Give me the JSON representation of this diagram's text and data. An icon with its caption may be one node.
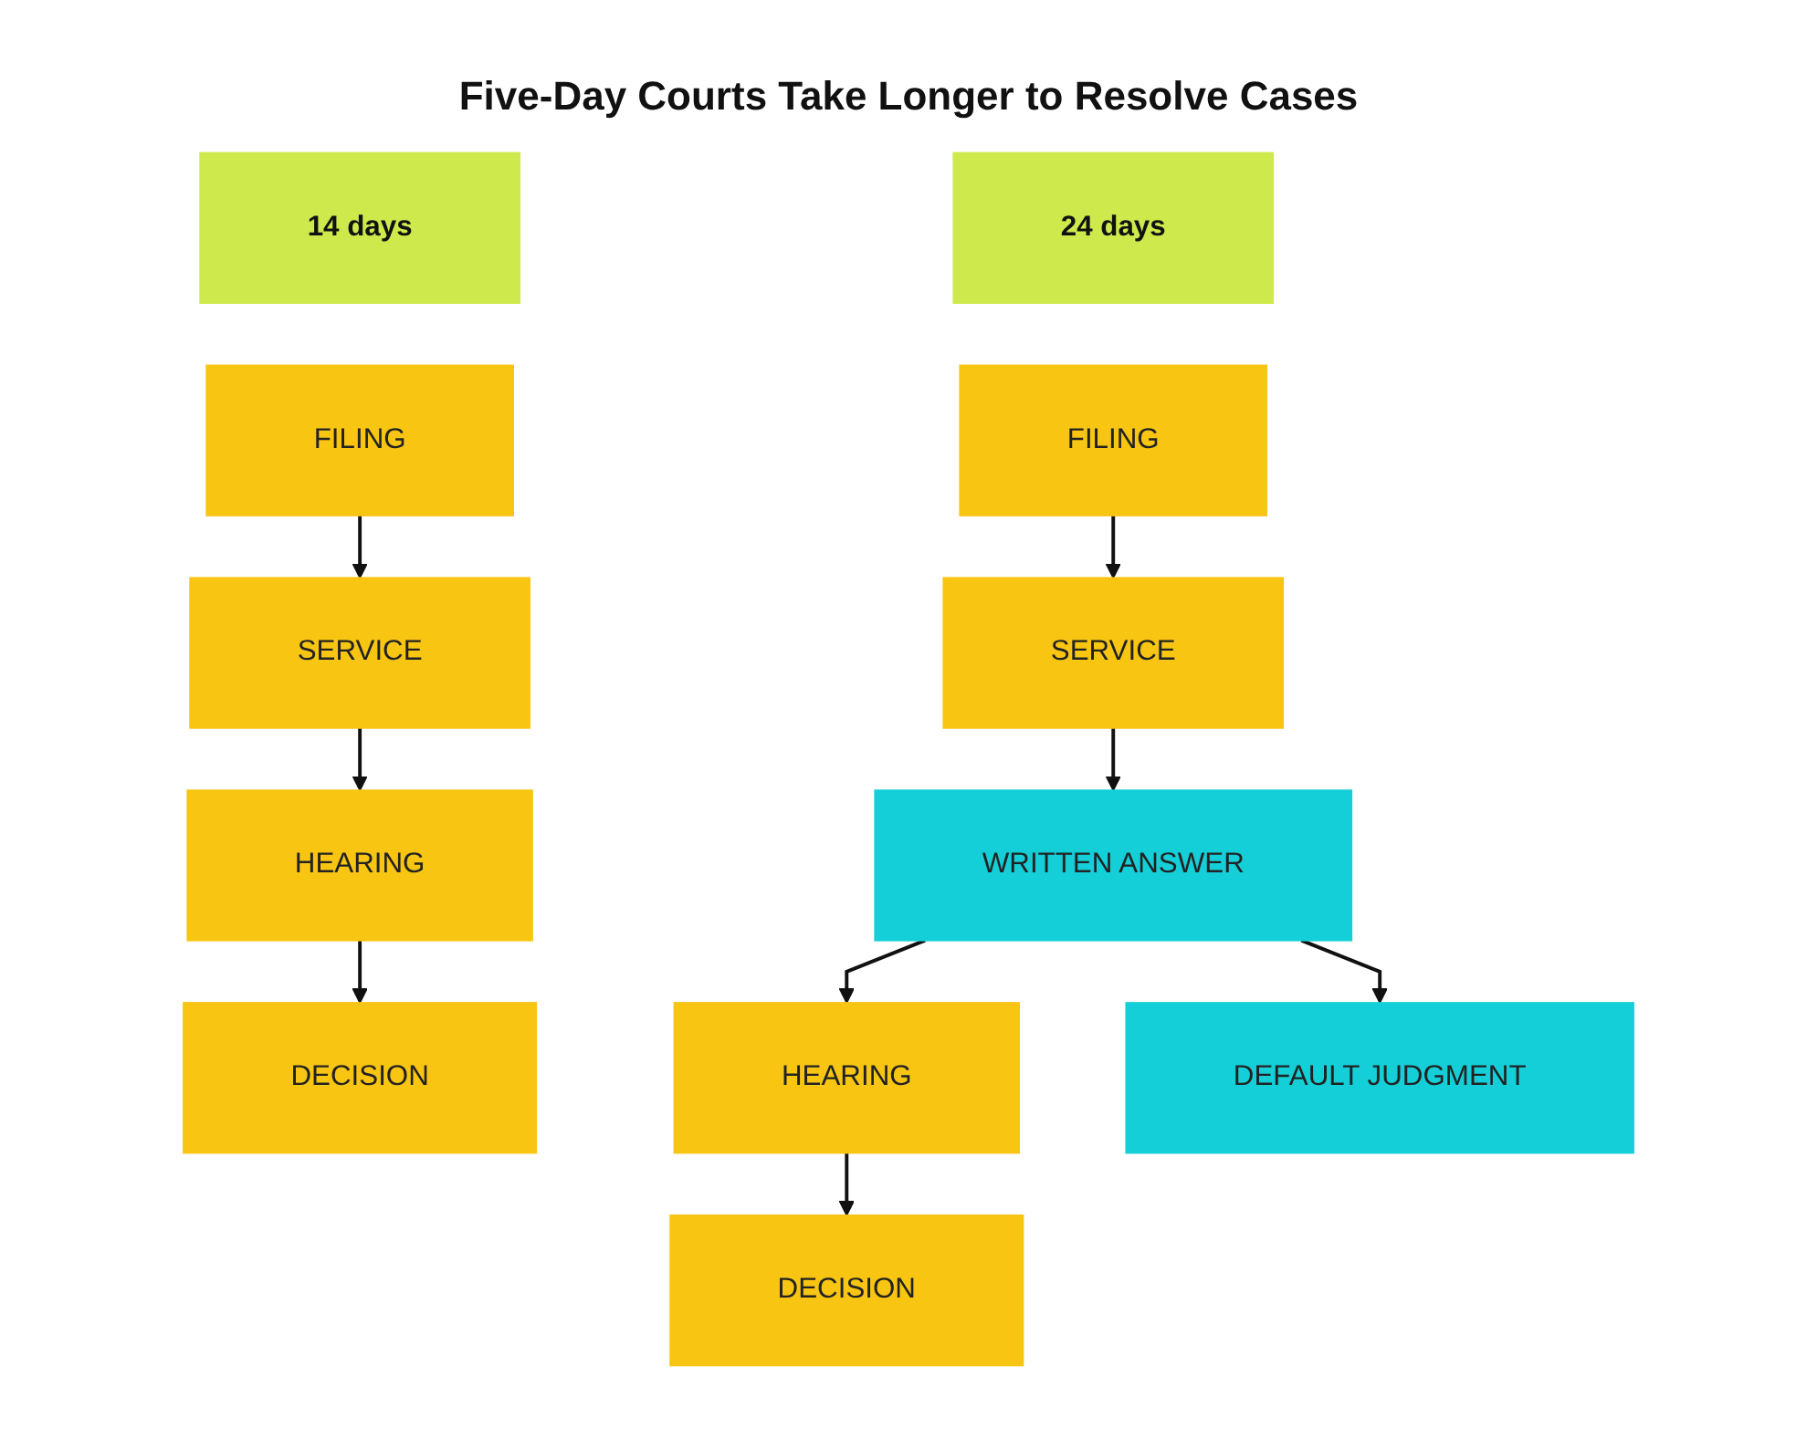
{
  "diagram": {
    "title": "Five-Day Courts Take Longer to Resolve Cases",
    "nodes": [
      {
        "text": [
          "14 days"
        ]
      },
      {
        "text": [
          "FILING"
        ]
      },
      {
        "text": [
          "SERVICE"
        ]
      },
      {
        "text": [
          "HEARING"
        ]
      },
      {
        "text": [
          "DECISION"
        ]
      },
      {
        "text": [
          "24 days"
        ]
      },
      {
        "text": [
          "FILING"
        ]
      },
      {
        "text": [
          "SERVICE"
        ]
      },
      {
        "text": [
          "WRITTEN ANSWER"
        ]
      },
      {
        "text": [
          "HEARING"
        ]
      },
      {
        "text": [
          "DEFAULT JUDGMENT"
        ]
      },
      {
        "text": [
          "DECISION"
        ]
      }
    ],
    "edges": [
      {
        "from": 1,
        "to": 2,
        "arrow": "to"
      },
      {
        "from": 2,
        "to": 3,
        "arrow": "to"
      },
      {
        "from": 3,
        "to": 4,
        "arrow": "to"
      },
      {
        "from": 6,
        "to": 7,
        "arrow": "to"
      },
      {
        "from": 7,
        "to": 8,
        "arrow": "to"
      },
      {
        "from": 8,
        "to": 9,
        "arrow": "to"
      },
      {
        "from": 8,
        "to": 10,
        "arrow": "to"
      },
      {
        "from": 9,
        "to": 11,
        "arrow": "to"
      }
    ]
  }
}
